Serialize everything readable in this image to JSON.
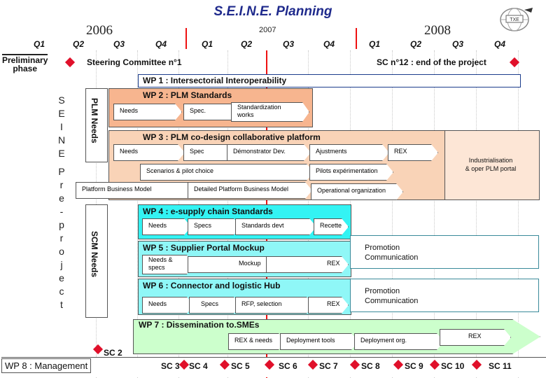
{
  "title": "S.E.I.N.E. Planning",
  "years": [
    "2006",
    "2007",
    "2008"
  ],
  "quarters": [
    "Q1",
    "Q2",
    "Q3",
    "Q4",
    "Q1",
    "Q2",
    "Q3",
    "Q4",
    "Q1",
    "Q2",
    "Q3",
    "Q4"
  ],
  "preliminary": "Preliminary\nphase",
  "steering": "Steering Committee n°1",
  "sc_end": "SC n°12 : end of the project",
  "wp1": "WP 1 : Intersectorial Interoperability",
  "wp2": "WP 2 : PLM Standards",
  "wp2_steps": [
    "Needs",
    "Spec.",
    "Standardization works"
  ],
  "plm_needs": "PLM Needs",
  "seine_letters": "S\nE\nI\nN\nE",
  "project_letters": "P\nr\ne\n-\np\nr\no\nj\ne\nc\nt",
  "wp3": "WP 3 : PLM co-design collaborative platform",
  "wp3_steps": [
    "Needs",
    "Spec",
    "Démonstrator Dev.",
    "Ajustments",
    "REX"
  ],
  "industrialisation": "Industrialisation\n& oper PLM portal",
  "scenarios": "Scenarios & pilot choice",
  "pilots": "Pilots expérimentation",
  "platform_bm": "Platform Business Model",
  "detailed_bm": "Detailed Platform Business Model",
  "operational": "Operational organization",
  "wp4": "WP 4 : e-supply chain Standards",
  "wp4_steps": [
    "Needs",
    "Specs",
    "Standards devt",
    "Recette"
  ],
  "scm_needs": "SCM Needs",
  "wp5": "WP 5 : Supplier Portal Mockup",
  "wp5_steps": [
    "Needs &\nspecs",
    "Mockup",
    "REX"
  ],
  "promo1": "Promotion\nCommunication",
  "wp6": "WP 6 : Connector and logistic Hub",
  "wp6_steps": [
    "Needs",
    "Specs",
    "RFP, selection",
    "REX"
  ],
  "promo2": "Promotion\nCommunication",
  "wp7": "WP 7 : Dissemination to.SMEs",
  "wp7_steps": [
    "REX & needs",
    "Deployment tools",
    "Deployment org.",
    "REX"
  ],
  "wp8": "WP 8 : Management",
  "sc_labels": [
    "SC 2",
    "SC 3",
    "SC 4",
    "SC 5",
    "SC 6",
    "SC 7",
    "SC 8",
    "SC 9",
    "SC 10",
    "SC 11"
  ],
  "colors": {
    "wp2_fill": "#f7b58f",
    "wp3_fill": "#f9d3b7",
    "industr_fill": "#fde6d6",
    "wp4_fill": "#33f3f3",
    "wp_cyan": "#8ff7f7",
    "wp7_fill": "#ccffcc",
    "red": "#e0102a",
    "title": "#1f2a8c"
  }
}
